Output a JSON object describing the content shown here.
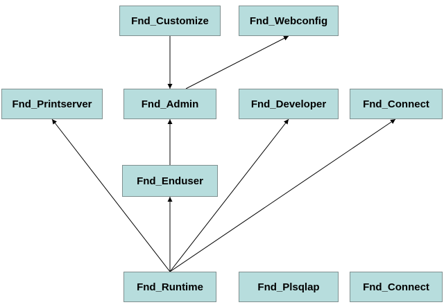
{
  "nodes": {
    "customize": "Fnd_Customize",
    "webconfig": "Fnd_Webconfig",
    "printserver": "Fnd_Printserver",
    "admin": "Fnd_Admin",
    "developer": "Fnd_Developer",
    "connect_top": "Fnd_Connect",
    "enduser": "Fnd_Enduser",
    "runtime": "Fnd_Runtime",
    "plsqlap": "Fnd_Plsqlap",
    "connect_bottom": "Fnd_Connect"
  },
  "edges": [
    {
      "from": "customize",
      "to": "admin"
    },
    {
      "from": "admin",
      "to": "webconfig"
    },
    {
      "from": "enduser",
      "to": "admin"
    },
    {
      "from": "runtime",
      "to": "enduser"
    },
    {
      "from": "runtime",
      "to": "printserver"
    },
    {
      "from": "runtime",
      "to": "developer"
    },
    {
      "from": "runtime",
      "to": "connect_top"
    }
  ]
}
